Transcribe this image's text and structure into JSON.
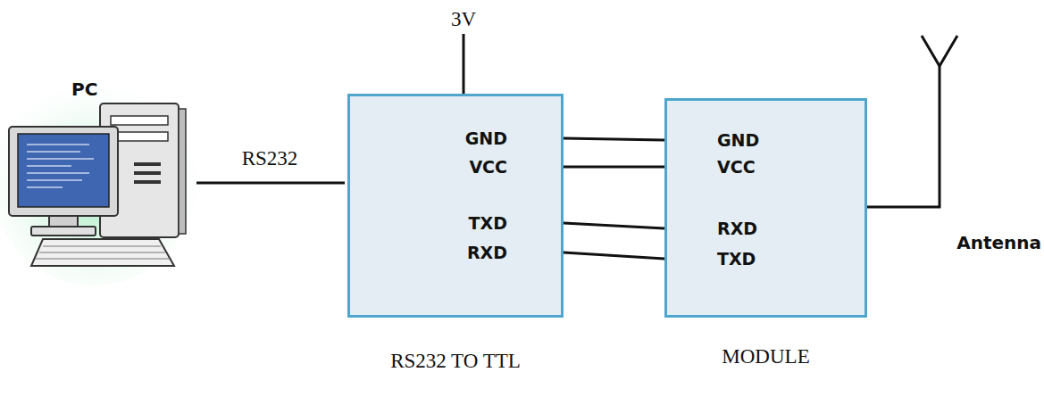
{
  "diagram": {
    "nodes": [
      {
        "text": [
          "RS232 TO TTL"
        ]
      },
      {
        "text": [
          "MODULE"
        ]
      }
    ],
    "edges": [
      {
        "from": 0,
        "to": 1,
        "arrow": "none"
      },
      {
        "from": 0,
        "to": 1,
        "arrow": "none"
      },
      {
        "from": 0,
        "to": 1,
        "arrow": "none"
      },
      {
        "from": 0,
        "to": 1,
        "arrow": "none"
      }
    ],
    "labels": [
      "PC",
      "3V",
      "RS232",
      "GND",
      "VCC",
      "TXD",
      "RXD",
      "GND",
      "VCC",
      "RXD",
      "TXD",
      "Antenna"
    ]
  }
}
